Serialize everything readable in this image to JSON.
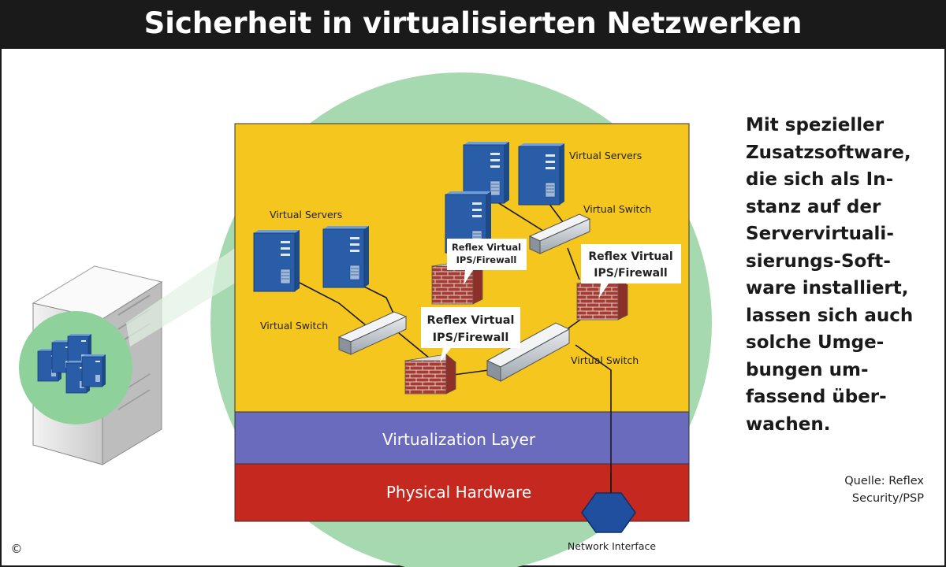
{
  "title": "Sicherheit in virtualisierten Netzwerken",
  "labels": {
    "virtual_servers_left": "Virtual Servers",
    "virtual_servers_right": "Virtual Servers",
    "virtual_switch_left": "Virtual Switch",
    "virtual_switch_top": "Virtual Switch",
    "virtual_switch_bottom": "Virtual Switch",
    "firewall_line1": "Reflex Virtual",
    "firewall_line2": "IPS/Firewall",
    "network_interface": "Network Interface"
  },
  "layers": {
    "virtualization": "Virtualization Layer",
    "physical": "Physical Hardware"
  },
  "description": "Mit spezieller\nZusatzsoftware,\ndie sich als In-\nstanz auf der\nServervirtuali-\nsierungs-Soft-\nware installiert,\nlassen sich auch\nsolche Umge-\nbungen um-\nfassend über-\nwachen.",
  "source": "Quelle: Reflex\nSecurity/PSP",
  "copyright_symbol": "©",
  "colors": {
    "title_bar": "#1a1a1a",
    "circle": "#a7d9b0",
    "yellow_panel": "#f5c61d",
    "virtualization_layer": "#6b6bbd",
    "physical_hardware": "#c5281f",
    "server_blue": "#2a5da8",
    "network_interface": "#1f4f9e"
  },
  "icons": [
    "server-tower-icon",
    "virtual-server-icon",
    "switch-icon",
    "firewall-icon",
    "network-interface-icon"
  ]
}
